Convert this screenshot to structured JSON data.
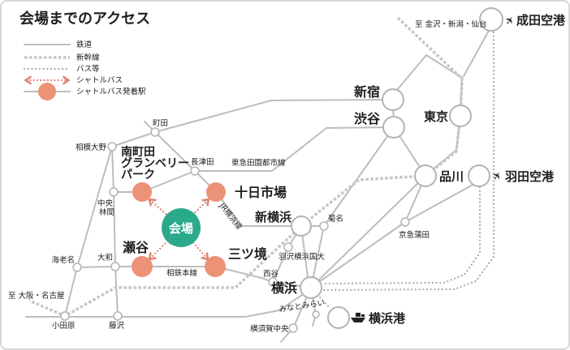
{
  "title": "会場までのアクセス",
  "legend": {
    "railway": "鉄道",
    "shinkansen": "新幹線",
    "bus": "バス等",
    "shuttle_bus": "シャトルバス",
    "shuttle_station": "シャトルバス発着駅"
  },
  "venue": {
    "label": "会場"
  },
  "shuttle_stations": {
    "minamimachida_grandberry_park": {
      "lines": [
        "南町田",
        "グランベリー",
        "パーク"
      ]
    },
    "tokaichiba": "十日市場",
    "seya": "瀬谷",
    "mitsukyo": "三ツ境"
  },
  "hubs": {
    "narita_airport": "成田空港",
    "haneda_airport": "羽田空港",
    "shinjuku": "新宿",
    "shibuya": "渋谷",
    "tokyo": "東京",
    "shinagawa": "品川",
    "shin_yokohama": "新横浜",
    "yokohama": "横浜",
    "yokohama_port": "横浜港"
  },
  "stations": {
    "machida": "町田",
    "sagami_ono": "相模大野",
    "nagatsuta": "長津田",
    "chuo_rinkan": {
      "lines": [
        "中央",
        "林間"
      ]
    },
    "yamato": "大和",
    "ebina": "海老名",
    "nishiya": "西谷",
    "hazawa_yokohama_kokudai": "羽沢横浜国大",
    "kikuna": "菊名",
    "keikyu_kamata": "京急蒲田",
    "minatomirai": "みなとみらい",
    "yokosuka_chuo": "横須賀中央",
    "odawara": "小田原",
    "fujisawa": "藤沢"
  },
  "rail_line_labels": {
    "tokyu_denentoshi": "東急田園都市線",
    "jr_yokohama": "JR横浜線",
    "sotetsu_main": "相鉄本線"
  },
  "directions": {
    "to_kanazawa_niigata_sendai": "至 金沢・新潟・仙台",
    "to_osaka_nagoya": "至 大阪・名古屋"
  },
  "icons": {
    "airplane": "✈"
  },
  "colors": {
    "shuttle_accent": "#EC9277",
    "venue_green": "#2BA98B",
    "line_gray": "#BDBDBD"
  }
}
